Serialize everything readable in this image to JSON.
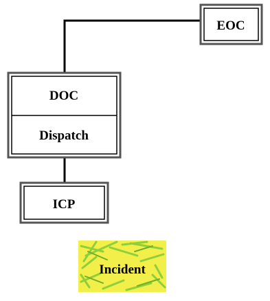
{
  "diagram": {
    "nodes": {
      "eoc": {
        "label": "EOC"
      },
      "doc": {
        "label": "DOC",
        "sublabel": "Dispatch"
      },
      "icp": {
        "label": "ICP"
      },
      "incident": {
        "label": "Incident"
      }
    },
    "colors": {
      "line": "#000000",
      "box_border_outer": "#555555",
      "box_border_inner": "#000000",
      "box_fill": "#ffffff",
      "incident_yellow": "#f2ee4a",
      "incident_green": "#8fcf3a"
    },
    "edges": [
      {
        "from": "eoc",
        "to": "doc"
      },
      {
        "from": "doc",
        "to": "icp"
      }
    ]
  }
}
